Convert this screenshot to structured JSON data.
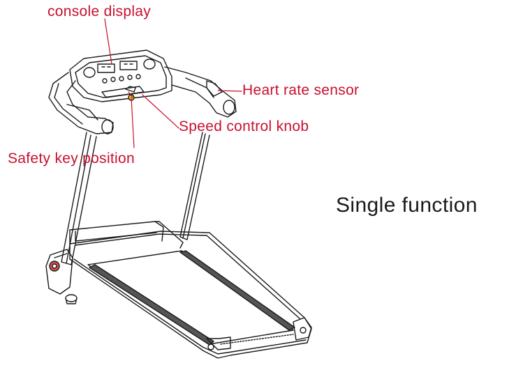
{
  "colors": {
    "callout_text": "#c8102e",
    "leader_line": "#c8102e",
    "drawing_stroke": "#1a1a1a",
    "safety_key": "#d9534f",
    "speed_knob": "#f0c419",
    "caption_text": "#1a1a1a"
  },
  "callouts": {
    "console_display": "console  display",
    "heart_rate_sensor": "Heart rate sensor",
    "speed_control_knob": "Speed control knob",
    "safety_key_position": "Safety key position"
  },
  "caption": "Single function"
}
